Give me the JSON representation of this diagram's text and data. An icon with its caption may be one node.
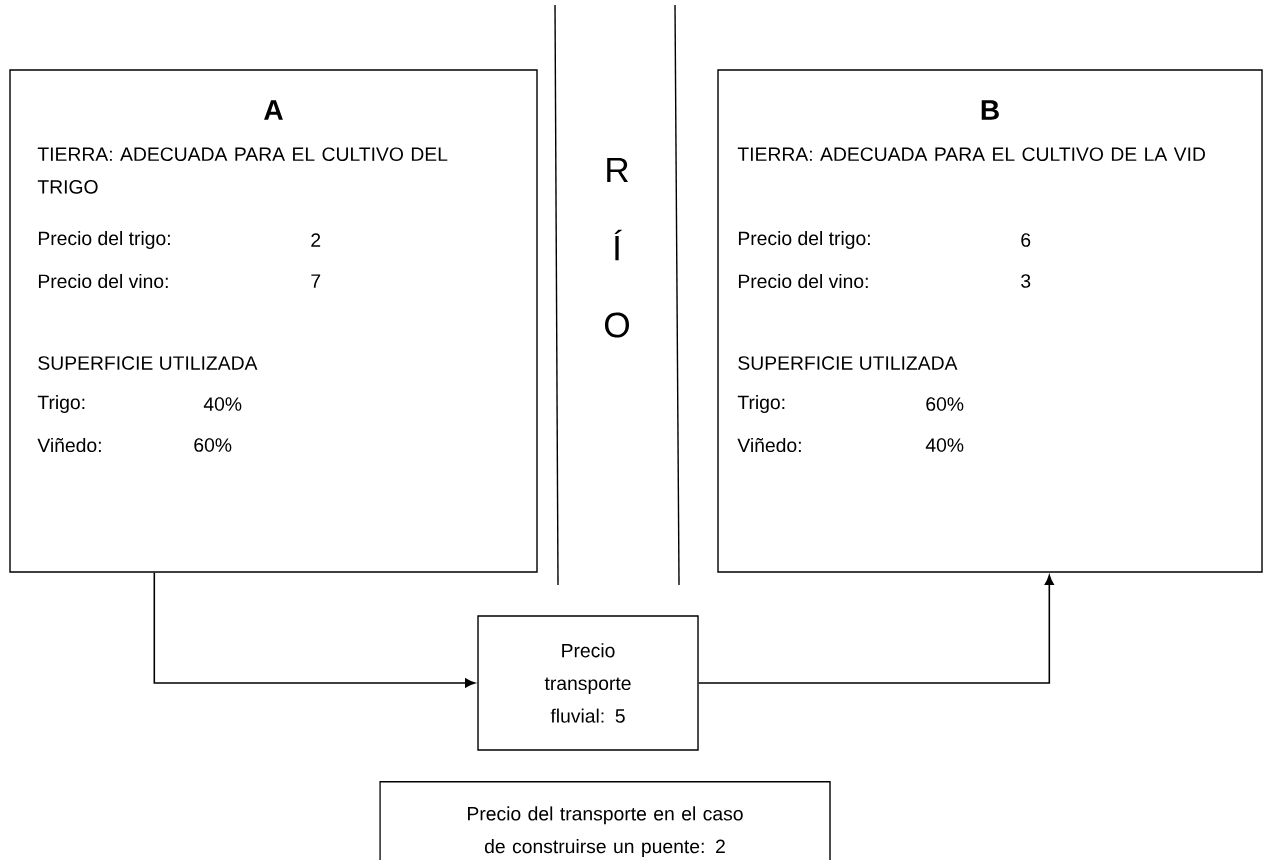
{
  "diagram": {
    "nodes": [
      {
        "text": [
          "A",
          "TIERRA: ADECUADA PARA EL CULTIVO DEL TRIGO",
          "Precio del trigo:",
          "2",
          "Precio del vino:",
          "7",
          "SUPERFICIE UTILIZADA",
          "Trigo:",
          "40%",
          "Viñedo:",
          "60%"
        ]
      },
      {
        "text": [
          "B",
          "TIERRA: ADECUADA PARA EL CULTIVO DE LA VID",
          "Precio del trigo:",
          "6",
          "Precio del vino:",
          "3",
          "SUPERFICIE UTILIZADA",
          "Trigo:",
          "60%",
          "Viñedo:",
          "40%"
        ]
      },
      {
        "text": [
          "Precio transporte fluvial: 5"
        ]
      },
      {
        "text": [
          "Precio del transporte en el caso de construirse un puente: 2"
        ]
      }
    ],
    "edges": [
      {
        "from": 0,
        "to": 2,
        "arrow": "to"
      },
      {
        "from": 2,
        "to": 1,
        "arrow": "to"
      }
    ],
    "labels": [
      "R",
      "Í",
      "O"
    ]
  }
}
